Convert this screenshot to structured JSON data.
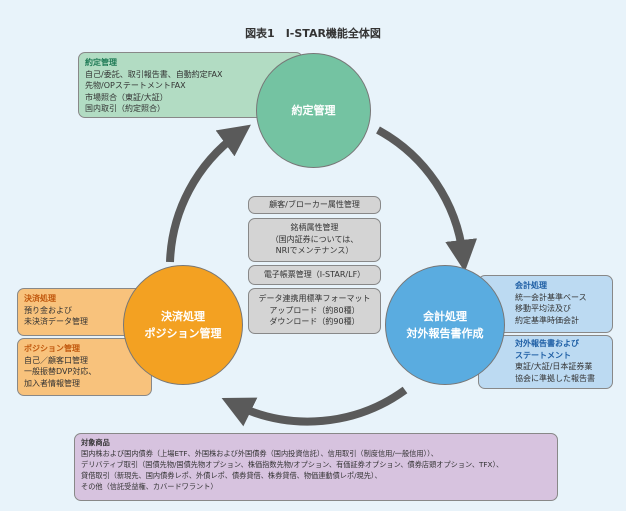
{
  "title": "図表1　I-STAR機能全体図",
  "contract": {
    "circle_label": "約定管理",
    "box_heading": "約定管理",
    "box_lines": [
      "自己/委託、取引報告書、自動約定FAX",
      "先物/OPステートメントFAX",
      "市場照合（東証/大証）",
      "国内取引（約定照合）"
    ]
  },
  "settlement": {
    "circle_lines": [
      "決済処理",
      "ポジション管理"
    ],
    "box1_heading": "決済処理",
    "box1_lines": [
      "預り金および",
      "未決済データ管理"
    ],
    "box2_heading": "ポジション管理",
    "box2_lines": [
      "自己／顧客口管理",
      "一般振替DVP対応、",
      "加入者情報管理"
    ]
  },
  "accounting": {
    "circle_lines": [
      "会計処理",
      "対外報告書作成"
    ],
    "box1_heading": "会計処理",
    "box1_lines": [
      "統一会計基準ベース",
      "移動平均法及び",
      "約定基準時価会計"
    ],
    "box2_heading_lines": [
      "対外報告書および",
      "ステートメント"
    ],
    "box2_lines": [
      "東証/大証/日本証券業",
      "協会に準拠した報告書"
    ]
  },
  "center": {
    "box1_lines": [
      "顧客/ブローカー属性管理"
    ],
    "box2_lines": [
      "銘柄属性管理",
      "（国内証券については、",
      "NRIでメンテナンス）"
    ],
    "box3_lines": [
      "電子帳票管理（I-STAR/LF）"
    ],
    "box4_lines": [
      "データ連携用標準フォーマット",
      "アップロード（約80種）",
      "ダウンロード（約90種）"
    ]
  },
  "products": {
    "heading": "対象商品",
    "lines": [
      "国内株および国内債券（上場ETF、外国株および外国債券（国内投資信託）、信用取引（制度信用/一般信用））、",
      "デリバティブ取引（国債先物/国債先物オプション、株価指数先物/オプション、有価証券オプション、債券店頭オプション、TFX）、",
      "貸借取引（新現先、国内債券レポ、外債レポ、債券貸借、株券貸借、物価連動債レポ/現先）、",
      "その他（信託受益権、カバードワラント）"
    ]
  },
  "colors": {
    "green": "#74c3a2",
    "orange": "#f3a122",
    "blue": "#5aace0",
    "arrow": "#5a5a5a"
  }
}
